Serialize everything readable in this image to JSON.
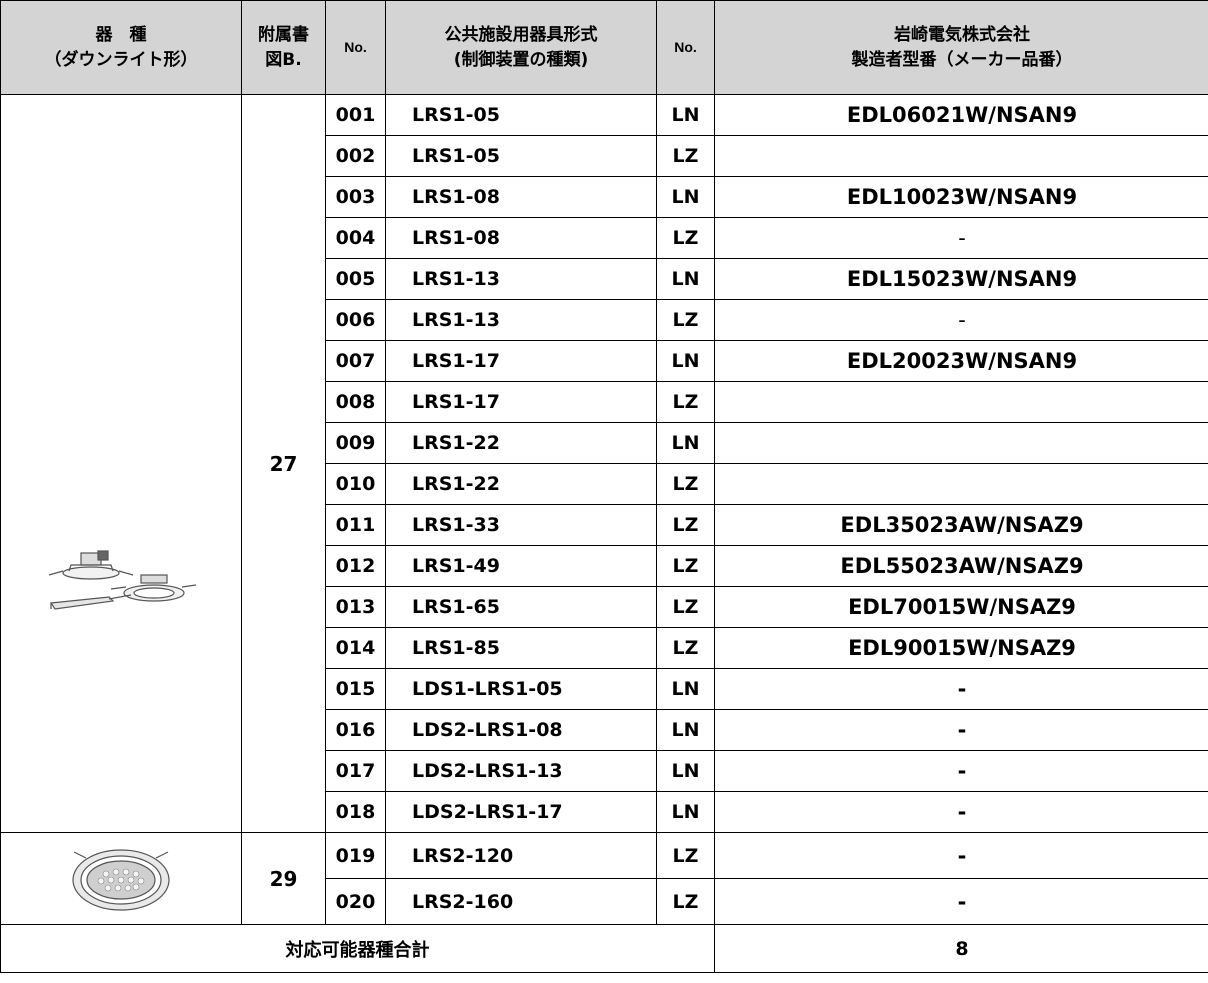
{
  "header": {
    "kind_line1": "器　種",
    "kind_line2": "（ダウンライト形）",
    "fig_line1": "附属書",
    "fig_line2": "図B.",
    "no1": "No.",
    "type_line1": "公共施設用器具形式",
    "type_line2": "(制御装置の種類)",
    "no2": "No.",
    "maker_line1": "岩崎電気株式会社",
    "maker_line2": "製造者型番（メーカー品番）"
  },
  "groups": [
    {
      "image": "downlight-with-power-unit-illustration",
      "figure": "27",
      "rows": [
        {
          "no": "001",
          "type": "LRS1-05",
          "ctrl": "LN",
          "maker": "EDL06021W/NSAN9"
        },
        {
          "no": "002",
          "type": "LRS1-05",
          "ctrl": "LZ",
          "maker": ""
        },
        {
          "no": "003",
          "type": "LRS1-08",
          "ctrl": "LN",
          "maker": "EDL10023W/NSAN9"
        },
        {
          "no": "004",
          "type": "LRS1-08",
          "ctrl": "LZ",
          "maker": "-"
        },
        {
          "no": "005",
          "type": "LRS1-13",
          "ctrl": "LN",
          "maker": "EDL15023W/NSAN9"
        },
        {
          "no": "006",
          "type": "LRS1-13",
          "ctrl": "LZ",
          "maker": "-"
        },
        {
          "no": "007",
          "type": "LRS1-17",
          "ctrl": "LN",
          "maker": "EDL20023W/NSAN9"
        },
        {
          "no": "008",
          "type": "LRS1-17",
          "ctrl": "LZ",
          "maker": ""
        },
        {
          "no": "009",
          "type": "LRS1-22",
          "ctrl": "LN",
          "maker": ""
        },
        {
          "no": "010",
          "type": "LRS1-22",
          "ctrl": "LZ",
          "maker": ""
        },
        {
          "no": "011",
          "type": "LRS1-33",
          "ctrl": "LZ",
          "maker": "EDL35023AW/NSAZ9"
        },
        {
          "no": "012",
          "type": "LRS1-49",
          "ctrl": "LZ",
          "maker": "EDL55023AW/NSAZ9"
        },
        {
          "no": "013",
          "type": "LRS1-65",
          "ctrl": "LZ",
          "maker": "EDL70015W/NSAZ9"
        },
        {
          "no": "014",
          "type": "LRS1-85",
          "ctrl": "LZ",
          "maker": "EDL90015W/NSAZ9"
        },
        {
          "no": "015",
          "type": "LDS1-LRS1-05",
          "ctrl": "LN",
          "maker": "-"
        },
        {
          "no": "016",
          "type": "LDS2-LRS1-08",
          "ctrl": "LN",
          "maker": "-"
        },
        {
          "no": "017",
          "type": "LDS2-LRS1-13",
          "ctrl": "LN",
          "maker": "-"
        },
        {
          "no": "018",
          "type": "LDS2-LRS1-17",
          "ctrl": "LN",
          "maker": "-"
        }
      ]
    },
    {
      "image": "grille-downlight-illustration",
      "figure": "29",
      "rows": [
        {
          "no": "019",
          "type": "LRS2-120",
          "ctrl": "LZ",
          "maker": "-"
        },
        {
          "no": "020",
          "type": "LRS2-160",
          "ctrl": "LZ",
          "maker": "-"
        }
      ]
    }
  ],
  "total": {
    "label": "対応可能器種合計",
    "count": "8"
  }
}
